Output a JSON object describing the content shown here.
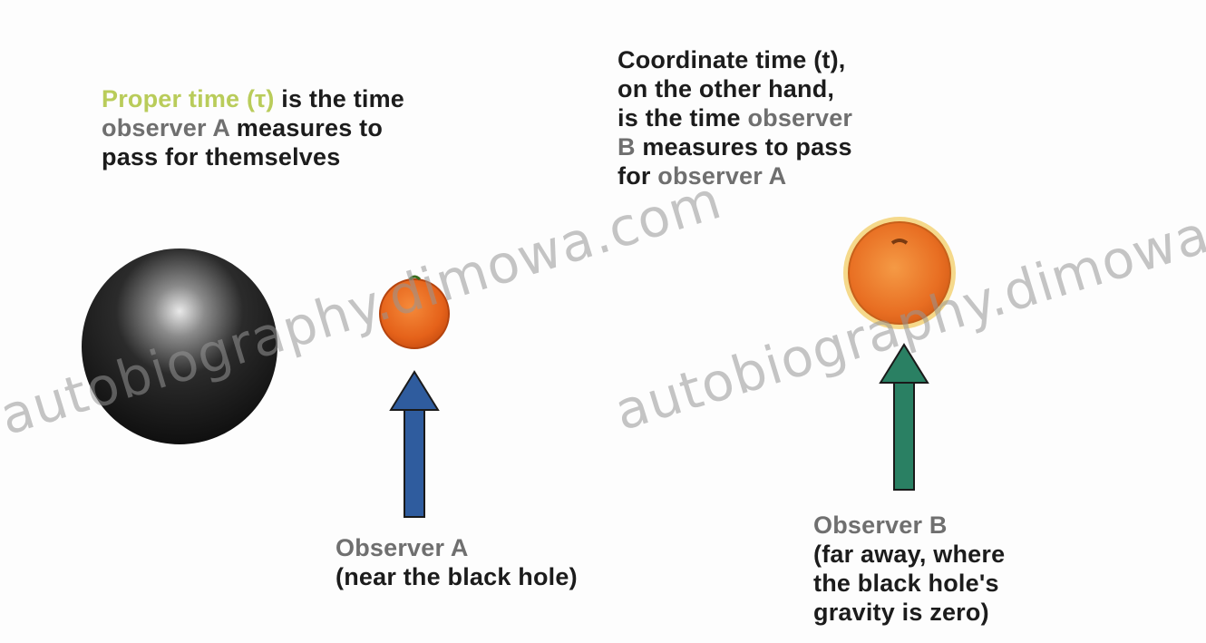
{
  "proper_time": {
    "term": "Proper time (τ)",
    "line1_rest": " is the time",
    "line2_obs": "observer A",
    "line2_rest": " measures to",
    "line3": "pass for themselves"
  },
  "coordinate_time": {
    "line1": "Coordinate time (t),",
    "line2": "on the other hand,",
    "line3_pre": "is the time ",
    "line3_obs": "observer",
    "line4_obs": "B",
    "line4_rest": " measures to pass",
    "line5_pre": "for ",
    "line5_obs": "observer A"
  },
  "observer_a": {
    "title": "Observer A",
    "detail": "(near the black hole)"
  },
  "observer_b": {
    "title": "Observer B",
    "detail_lines": [
      "(far away, where",
      "the black hole's",
      "gravity is zero)"
    ]
  },
  "watermarks": {
    "left": "autobiography.dimowa.com",
    "right": "autobiography.dimowa.com"
  },
  "colors": {
    "black_hole": "#111111",
    "orange": "#e8661a",
    "arrow_a": "#2f5c9e",
    "arrow_b": "#2a8063",
    "term_green": "#b9cc5a",
    "observer_gray": "#6f6f6f"
  }
}
